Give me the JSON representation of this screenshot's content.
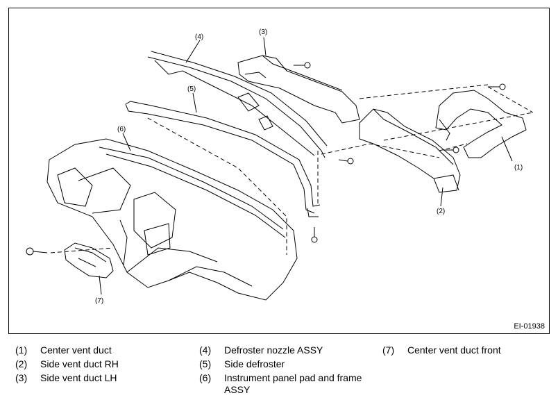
{
  "figure": {
    "id": "EI-01938",
    "callouts": [
      "(1)",
      "(2)",
      "(3)",
      "(4)",
      "(5)",
      "(6)",
      "(7)"
    ]
  },
  "legend": [
    {
      "num": "(1)",
      "text": "Center vent duct"
    },
    {
      "num": "(2)",
      "text": "Side vent duct RH"
    },
    {
      "num": "(3)",
      "text": "Side vent duct LH"
    },
    {
      "num": "(4)",
      "text": "Defroster nozzle ASSY"
    },
    {
      "num": "(5)",
      "text": "Side defroster"
    },
    {
      "num": "(6)",
      "text": "Instrument panel pad and frame ASSY"
    },
    {
      "num": "(7)",
      "text": "Center vent duct front"
    }
  ]
}
